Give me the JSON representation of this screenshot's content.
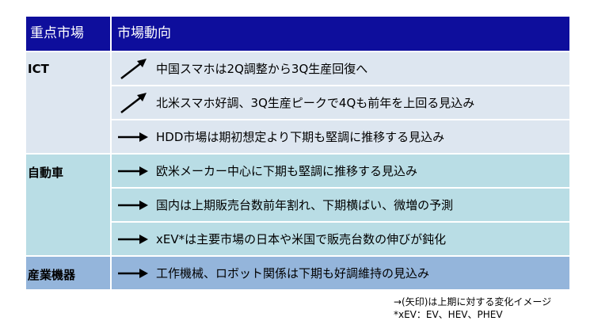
{
  "header": {
    "market": "重点市場",
    "trend": "市場動向"
  },
  "groups": [
    {
      "name": "ICT",
      "rows": [
        {
          "arrow": "up-right-arrow-icon",
          "text": "中国スマホは2Q調整から3Q生産回復へ"
        },
        {
          "arrow": "up-right-arrow-icon",
          "text": "北米スマホ好調、3Q生産ピークで4Qも前年を上回る見込み"
        },
        {
          "arrow": "right-arrow-icon",
          "text": "HDD市場は期初想定より下期も堅調に推移する見込み"
        }
      ]
    },
    {
      "name": "自動車",
      "rows": [
        {
          "arrow": "right-arrow-icon",
          "text": "欧米メーカー中心に下期も堅調に推移する見込み"
        },
        {
          "arrow": "right-arrow-icon",
          "text": "国内は上期販売台数前年割れ、下期横ばい、微増の予測"
        },
        {
          "arrow": "right-arrow-icon",
          "text": "xEV*は主要市場の日本や米国で販売台数の伸びが鈍化"
        }
      ]
    },
    {
      "name": "産業機器",
      "rows": [
        {
          "arrow": "right-arrow-icon",
          "text": "工作機械、ロボット関係は下期も好調維持の見込み"
        }
      ]
    }
  ],
  "notes": {
    "line1": "→(矢印)は上期に対する変化イメージ",
    "line2": "*xEV：EV、HEV、PHEV"
  },
  "colors": {
    "header_bg": "#0e0e9c",
    "ict_bg": "#dde6f0",
    "auto_bg": "#b9dde5",
    "industrial_bg": "#94b5db"
  }
}
